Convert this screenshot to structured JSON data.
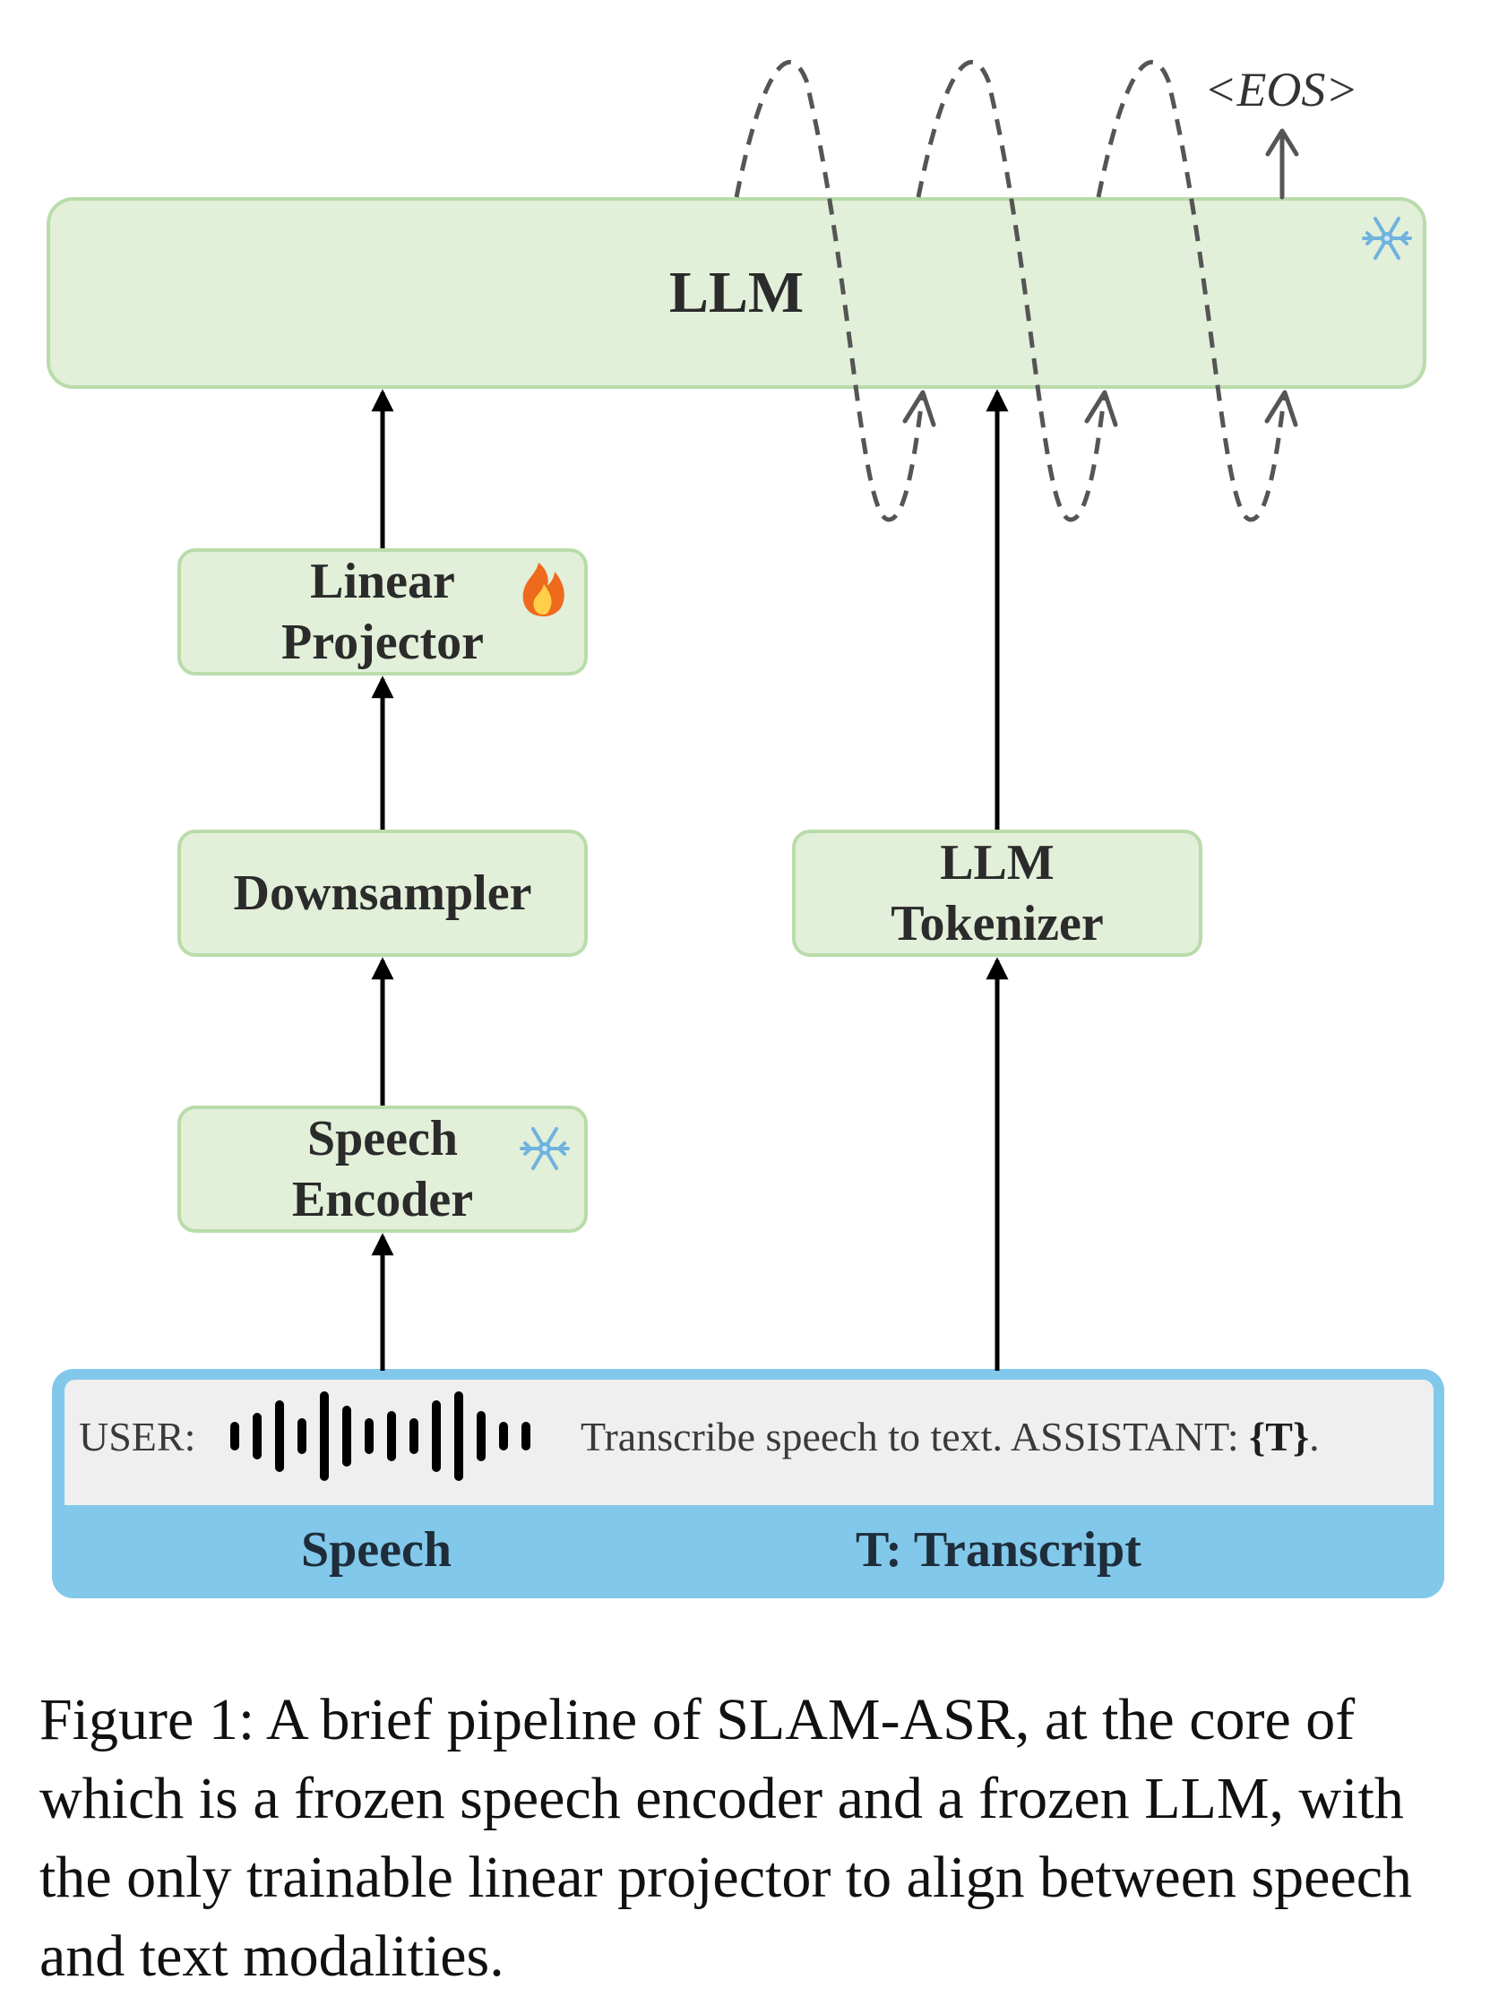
{
  "diagram": {
    "llm": {
      "label": "LLM",
      "icon": "snowflake-icon"
    },
    "linear_projector": {
      "label": "Linear\nProjector",
      "icon": "fire-icon"
    },
    "downsampler": {
      "label": "Downsampler"
    },
    "speech_encoder": {
      "label": "Speech\nEncoder",
      "icon": "snowflake-icon"
    },
    "llm_tokenizer": {
      "label": "LLM\nTokenizer"
    },
    "eos_label": "<EOS>",
    "prompt": {
      "user_label": "USER:",
      "instruction_prefix": "Transcribe speech to text. ASSISTANT: ",
      "transcript_token": "{T}",
      "instruction_suffix": ".",
      "speech_segment_label": "Speech",
      "transcript_segment_label": "T: Transcript"
    },
    "colors": {
      "box_fill": "#e2efd9",
      "box_border": "#b9dcaa",
      "prompt_frame": "#82c8ea",
      "prompt_fill": "#efefef",
      "arrow": "#000000",
      "dashed_arrow": "#555555"
    }
  },
  "caption": "Figure 1: A brief pipeline of SLAM-ASR, at the core of which is a frozen speech encoder and a frozen LLM, with the only trainable linear projector to align between speech and text modalities."
}
